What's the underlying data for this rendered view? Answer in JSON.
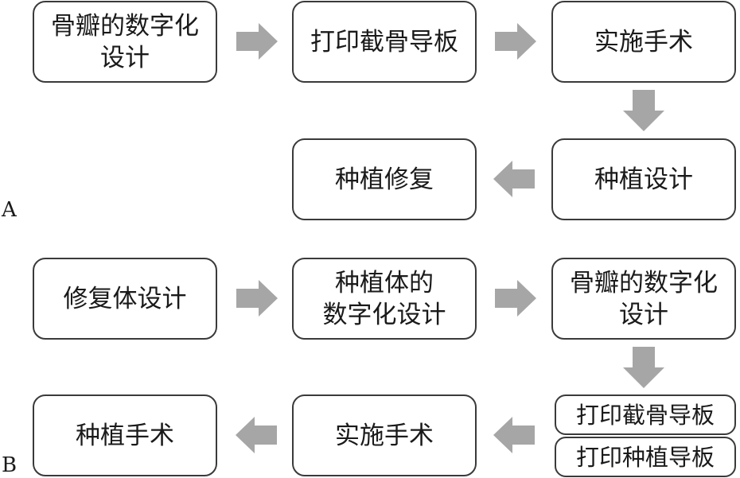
{
  "panel_a": {
    "label": "A",
    "nodes": {
      "bone_flap_design": "骨瓣的数字化\n设计",
      "print_guide": "打印截骨导板",
      "surgery": "实施手术",
      "implant_design": "种植设计",
      "implant_restoration": "种植修复"
    }
  },
  "panel_b": {
    "label": "B",
    "nodes": {
      "prosthesis_design": "修复体设计",
      "implant_digital_design": "种植体的\n数字化设计",
      "bone_flap_design": "骨瓣的数字化\n设计",
      "print_osteotomy_guide": "打印截骨导板",
      "print_implant_guide": "打印种植导板",
      "surgery": "实施手术",
      "implant_surgery": "种植手术"
    }
  },
  "colors": {
    "arrow": "#a6a6a6",
    "border": "#3a3a3a",
    "text": "#1a1a1a"
  }
}
